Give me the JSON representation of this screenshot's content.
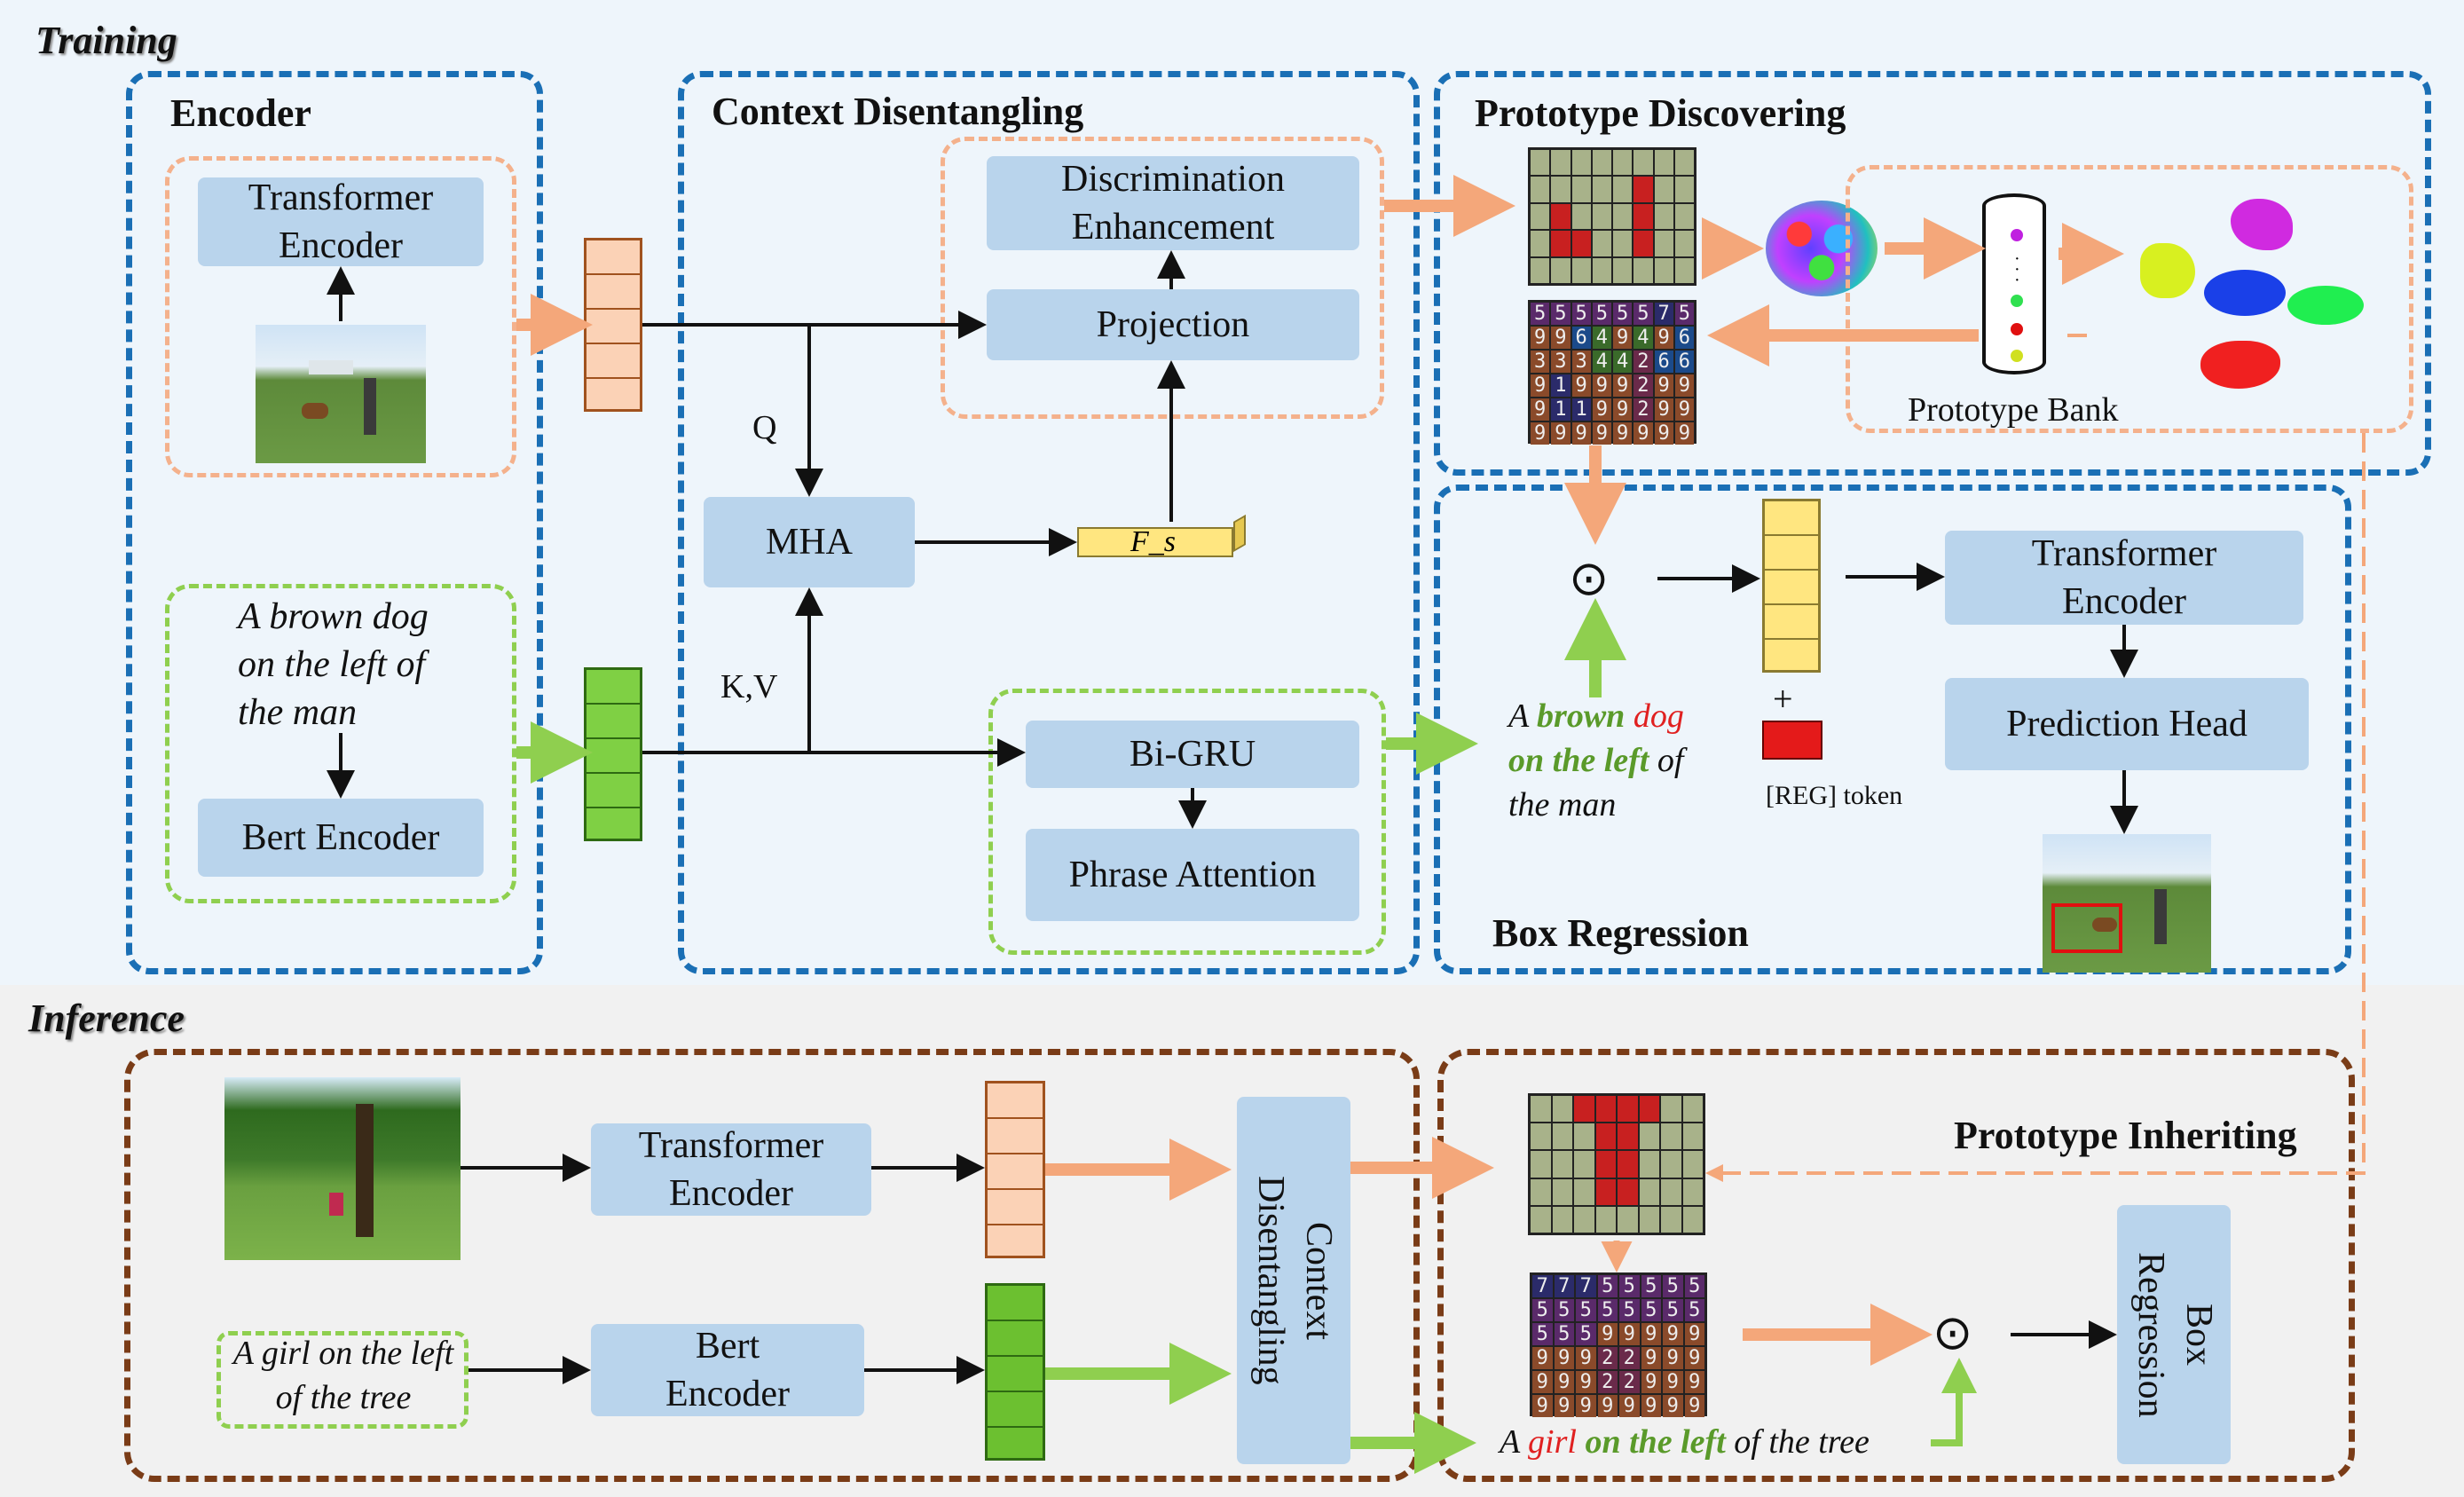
{
  "sections": {
    "training": "Training",
    "inference": "Inference"
  },
  "encoder": {
    "title": "Encoder",
    "transformer": "Transformer Encoder",
    "bert": "Bert Encoder",
    "text": "A brown dog on the left of the man"
  },
  "context": {
    "title": "Context Disentangling",
    "discrimination": "Discrimination Enhancement",
    "projection": "Projection",
    "mha": "MHA",
    "fs": "F_s",
    "q": "Q",
    "kv": "K,V",
    "bigru": "Bi-GRU",
    "phrase": "Phrase Attention"
  },
  "prototype": {
    "title": "Prototype Discovering",
    "bank": "Prototype Bank",
    "digits": [
      "5",
      "5",
      "5",
      "5",
      "5",
      "5",
      "7",
      "5",
      "9",
      "9",
      "6",
      "4",
      "9",
      "4",
      "9",
      "6",
      "3",
      "3",
      "3",
      "4",
      "4",
      "2",
      "6",
      "6",
      "9",
      "1",
      "9",
      "9",
      "9",
      "2",
      "9",
      "9",
      "9",
      "1",
      "1",
      "9",
      "9",
      "2",
      "9",
      "9",
      "9",
      "9",
      "9",
      "9",
      "9",
      "9",
      "9",
      "9"
    ]
  },
  "box_regression": {
    "title": "Box Regression",
    "transformer": "Transformer Encoder",
    "prediction": "Prediction Head",
    "reg_token": "[REG] token",
    "plus": "+",
    "odot": "⊙",
    "phrase": {
      "p1": "A ",
      "p2": "brown",
      "p3": " ",
      "p4": "dog",
      "p5": "on the left",
      "p6": " of",
      "p7": "the man"
    }
  },
  "inference": {
    "transformer": "Transformer Encoder",
    "bert": "Bert Encoder",
    "text": "A girl on the left of the tree",
    "context": "Context Disentangling",
    "prototype_title": "Prototype Inheriting",
    "box": "Box Regression",
    "odot": "⊙",
    "phrase": {
      "p1": "A ",
      "p2": "girl",
      "p3": " ",
      "p4": "on the left",
      "p5": " of the tree"
    },
    "digits": [
      "7",
      "7",
      "7",
      "5",
      "5",
      "5",
      "5",
      "5",
      "5",
      "5",
      "5",
      "5",
      "5",
      "5",
      "5",
      "5",
      "5",
      "5",
      "5",
      "9",
      "9",
      "9",
      "9",
      "9",
      "9",
      "9",
      "9",
      "2",
      "2",
      "9",
      "9",
      "9",
      "9",
      "9",
      "9",
      "2",
      "2",
      "9",
      "9",
      "9",
      "9",
      "9",
      "9",
      "9",
      "9",
      "9",
      "9",
      "9"
    ]
  },
  "colors": {
    "blue_dash": "#1a6fb5",
    "orange": "#f4a77a",
    "green": "#8fcf4f",
    "brown": "#7a3c17",
    "box_fill": "#b9d4ec"
  }
}
